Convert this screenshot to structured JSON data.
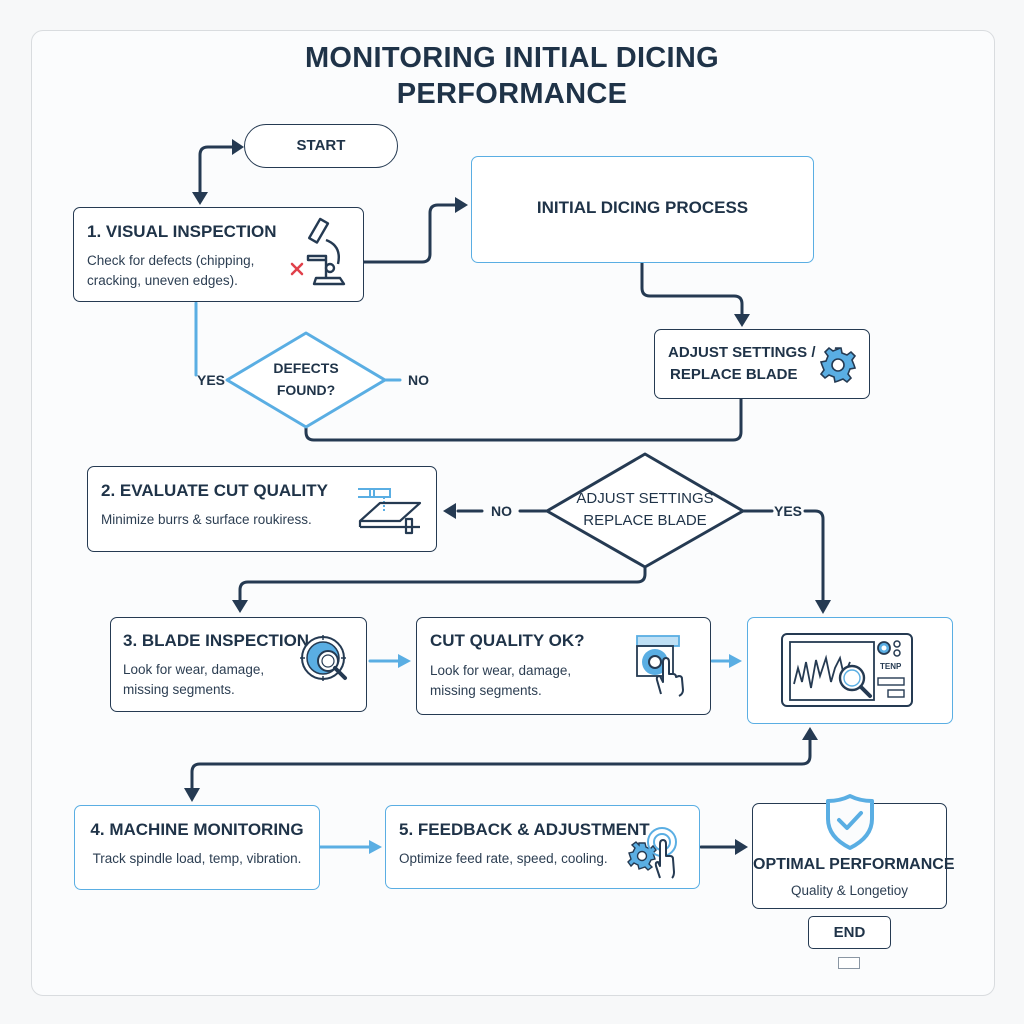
{
  "title": {
    "line1": "MONITORING INITIAL DICING",
    "line2": "PERFORMANCE"
  },
  "start": {
    "label": "START"
  },
  "nodes": {
    "visual_inspection": {
      "heading": "1. VISUAL INSPECTION",
      "desc_line1": "Check for defects (chipping,",
      "desc_line2": "cracking, uneven edges).",
      "icon": "microscope-icon"
    },
    "initial_dicing": {
      "heading": "INITIAL DICING PROCESS"
    },
    "adjust_settings": {
      "line1": "ADJUST SETTINGS /",
      "line2": "REPLACE BLADE",
      "icon": "gear-icon"
    },
    "defects_decision": {
      "line1": "DEFECTS",
      "line2": "FOUND?",
      "yes_label": "YES",
      "no_label": "NO"
    },
    "evaluate_cut": {
      "heading": "2. EVALUATE CUT QUALITY",
      "desc": "Minimize burrs & surface roukiress.",
      "icon": "dicing-saw-icon"
    },
    "adjust_decision": {
      "line1": "ADJUST SETTINGS",
      "line2": "REPLACE BLADE",
      "yes_label": "YES",
      "no_label": "NO"
    },
    "blade_inspection": {
      "heading": "3. BLADE INSPECTION",
      "desc_line1": "Look for wear, damage,",
      "desc_line2": "missing segments.",
      "icon": "blade-magnifier-icon"
    },
    "cut_quality_ok": {
      "heading": "CUT QUALITY OK?",
      "desc_line1": "Look for wear, damage,",
      "desc_line2": "missing segments.",
      "icon": "touch-gear-icon"
    },
    "monitor_panel": {
      "icon": "monitor-chart-icon",
      "temp_label": "TENP"
    },
    "machine_monitoring": {
      "heading": "4. MACHINE MONITORING",
      "desc": "Track spindle load, temp, vibration."
    },
    "feedback": {
      "heading": "5. FEEDBACK & ADJUSTMENT",
      "desc": "Optimize feed rate, speed, cooling.",
      "icon": "gear-touch-icon"
    },
    "optimal": {
      "heading": "OPTIMAL PERFORMANCE",
      "desc": "Quality & Longetioy",
      "icon": "shield-check-icon"
    }
  },
  "end": {
    "label": "END"
  },
  "colors": {
    "dark": "#253a52",
    "accent": "#5aaee3",
    "error": "#e0404a"
  }
}
